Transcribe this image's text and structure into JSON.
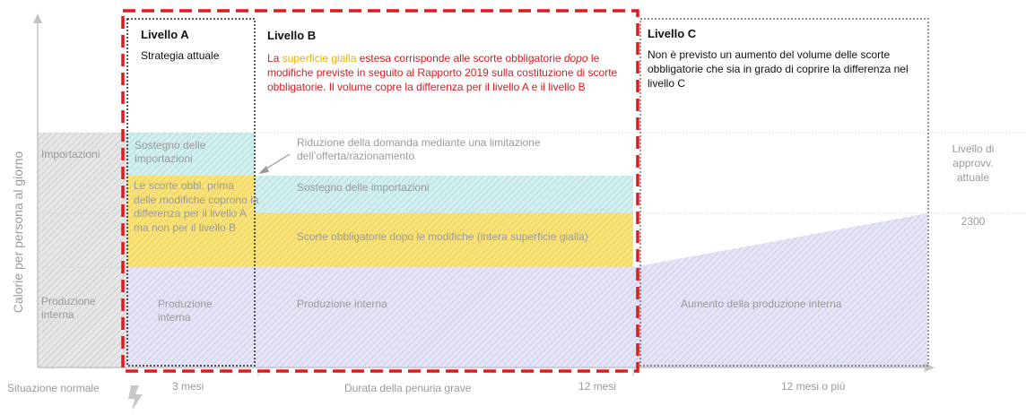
{
  "y_axis_label": "Calorie per persona al giorno",
  "rows": {
    "imports": "Importazioni",
    "domestic": "Produzione interna"
  },
  "current_supply": {
    "label": "Livello di approvv. attuale",
    "value": "2300"
  },
  "levels": {
    "a": {
      "title": "Livello A",
      "text": "Strategia attuale"
    },
    "b": {
      "title": "Livello B",
      "text_intro": "La ",
      "text_highlight": "superficie gialla",
      "text_part2": " estesa corrisponde alle scorte obbligatorie ",
      "text_italic": "dopo",
      "text_part3": " le modifiche previste in seguito al Rapporto 2019 sulla costituzione di scorte obbligatorie. Il volume copre la differenza per il livello A e il livello B"
    },
    "c": {
      "title": "Livello C",
      "text": "Non è previsto un aumento del volume delle scorte obbligatorie che sia in grado di coprire la differenza nel livello C"
    }
  },
  "areas": {
    "a_imports": "Sostegno delle importazioni",
    "a_stocks": "Le scorte obbl. prima delle modifiche coprono la differenza per il livello A ma non per il livello B",
    "a_domestic": "Produzione interna",
    "demand_reduction": "Riduzione della domanda mediante una limitazione dell’offerta/razionamento",
    "b_imports": "Sostegno delle importazioni",
    "b_stocks": "Scorte obbligatorie dopo le modifiche (intera superficie gialla)",
    "b_domestic": "Produzione interna",
    "c_domestic": "Aumento della produzione interna"
  },
  "x_axis": {
    "start": "Situazione normale",
    "tick_1": "3 mesi",
    "middle": "Durata della penuria grave",
    "tick_2": "12 mesi",
    "end": "12 mesi o più"
  },
  "colors": {
    "import_fill": "#bfe6e6",
    "stock_fill": "#f7dd6c",
    "domestic_fill": "#dcdcf2",
    "gray_band": "#d6d6d6",
    "dashed_red": "#e0191f",
    "highlight_yellow": "#f2b000"
  }
}
